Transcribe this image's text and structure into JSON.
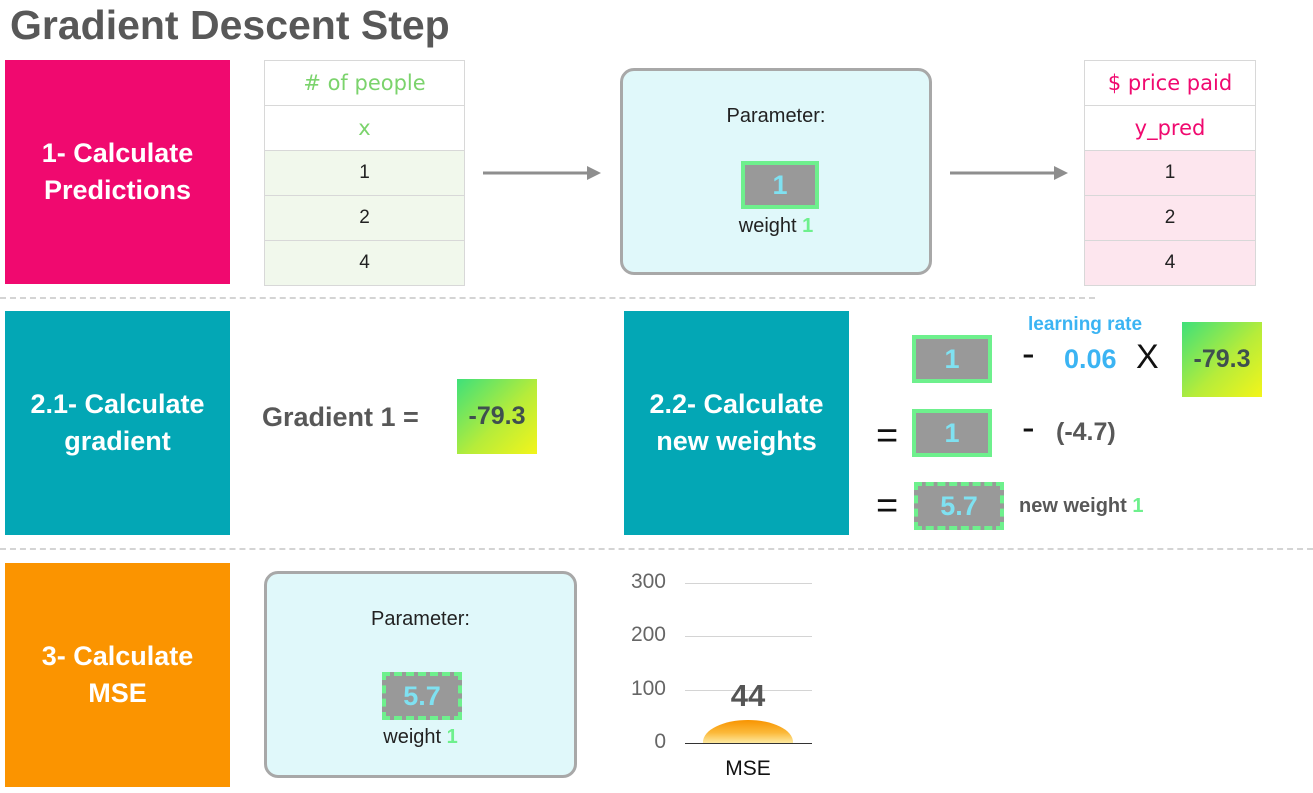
{
  "title": "Gradient Descent Step",
  "steps": {
    "predict": "1- Calculate\nPredictions",
    "gradient": "2.1- Calculate\ngradient",
    "weights": "2.2- Calculate\nnew weights",
    "mse": "3- Calculate\nMSE"
  },
  "input_table": {
    "header": "# of people",
    "column": "x",
    "values": [
      "1",
      "2",
      "4"
    ]
  },
  "output_table": {
    "header": "$ price paid",
    "column": "y_pred",
    "values": [
      "1",
      "2",
      "4"
    ]
  },
  "parameter_top": {
    "label": "Parameter:",
    "value": "1",
    "weight_text": "weight",
    "weight_index": "1"
  },
  "gradient_step": {
    "label": "Gradient 1 =",
    "value": "-79.3"
  },
  "weight_update": {
    "learning_rate_label": "learning rate",
    "learning_rate": "0.06",
    "minus": "-",
    "times": "X",
    "equals": "=",
    "old_weight": "1",
    "gradient": "-79.3",
    "delta": "(-4.7)",
    "new_weight": "5.7",
    "new_weight_text": "new weight",
    "new_weight_index": "1"
  },
  "parameter_bottom": {
    "label": "Parameter:",
    "value": "5.7",
    "weight_text": "weight",
    "weight_index": "1"
  },
  "colors": {
    "pink": "#f0096f",
    "teal": "#03a7b5",
    "orange": "#fb9400",
    "weight_border": "#6ef08d",
    "learning_rate": "#3bb4f3"
  },
  "chart_data": {
    "type": "bar",
    "categories": [
      "MSE"
    ],
    "values": [
      44
    ],
    "data_labels": [
      "44"
    ],
    "ylim": [
      0,
      300
    ],
    "yticks": [
      "0",
      "100",
      "200",
      "300"
    ],
    "grid": true
  }
}
